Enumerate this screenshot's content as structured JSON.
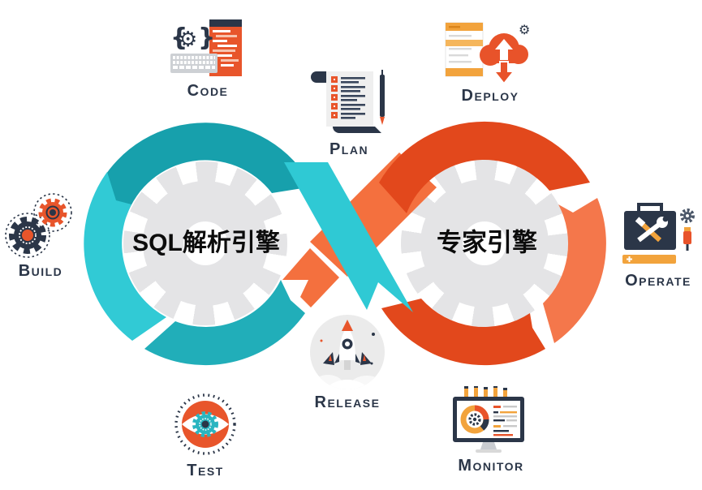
{
  "diagram": {
    "type": "devops-infinity-loop",
    "engine_left": "SQL解析引擎",
    "engine_right": "专家引擎",
    "stages": [
      {
        "id": "code",
        "label": "Code"
      },
      {
        "id": "plan",
        "label": "Plan"
      },
      {
        "id": "deploy",
        "label": "Deploy"
      },
      {
        "id": "build",
        "label": "Build"
      },
      {
        "id": "operate",
        "label": "Operate"
      },
      {
        "id": "test",
        "label": "Test"
      },
      {
        "id": "release",
        "label": "Release"
      },
      {
        "id": "monitor",
        "label": "Monitor"
      }
    ],
    "colors": {
      "teal_dark": "#17a0ac",
      "teal_light": "#31cad5",
      "teal_mid": "#21aeb9",
      "orange_dark": "#e2481c",
      "orange_light": "#f4774b",
      "orange_band": "#f4703e",
      "teal_band": "#2fc9d4",
      "gear_gray": "#e4e4e6",
      "icon_navy": "#2b3648",
      "icon_orange": "#e8552b",
      "icon_amber": "#f2a33c",
      "label_text": "#2b3648"
    }
  }
}
